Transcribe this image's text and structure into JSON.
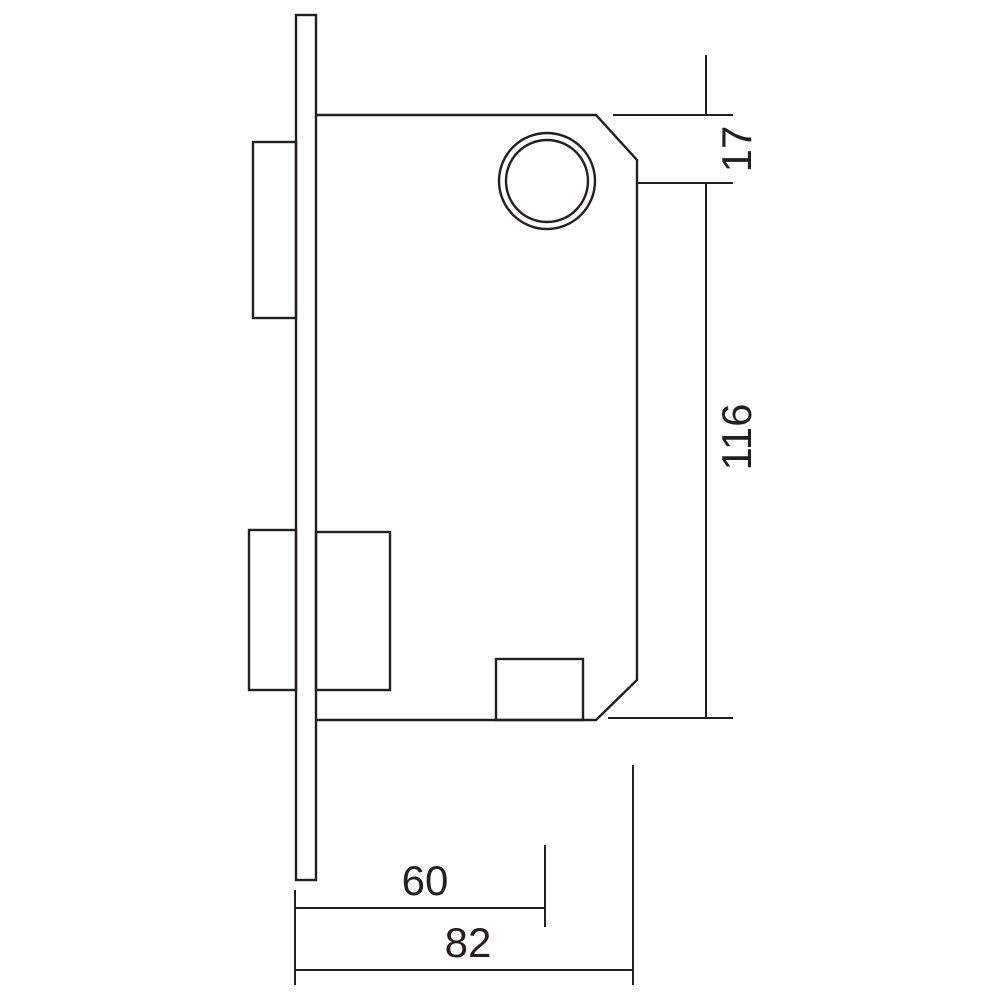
{
  "dimensions": {
    "backset": "60",
    "total_depth": "82",
    "spindle_offset": "17",
    "body_height": "116"
  },
  "colors": {
    "line": "#231f20",
    "background": "#ffffff"
  }
}
